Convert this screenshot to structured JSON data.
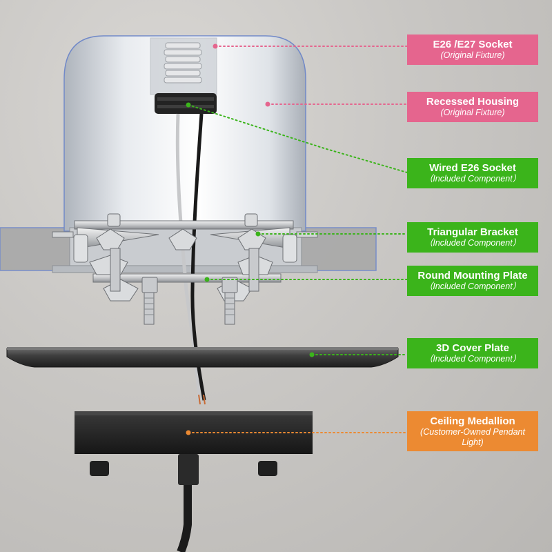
{
  "colors": {
    "pink": "#e5658e",
    "green": "#3bb41b",
    "orange": "#ec8a32"
  },
  "labels": [
    {
      "title": "E26 /E27 Socket",
      "subtitle": "(Original Fixture)"
    },
    {
      "title": "Recessed Housing",
      "subtitle": "(Original Fixture)"
    },
    {
      "title": "Wired E26 Socket",
      "subtitle": "（Included Component）"
    },
    {
      "title": "Triangular Bracket",
      "subtitle": "（Included Component）"
    },
    {
      "title": "Round Mounting Plate",
      "subtitle": "（Included Component）"
    },
    {
      "title": "3D Cover Plate",
      "subtitle": "（Included Component）"
    },
    {
      "title": "Ceiling Medallion",
      "subtitle": "(Customer-Owned Pendant Light)"
    }
  ]
}
